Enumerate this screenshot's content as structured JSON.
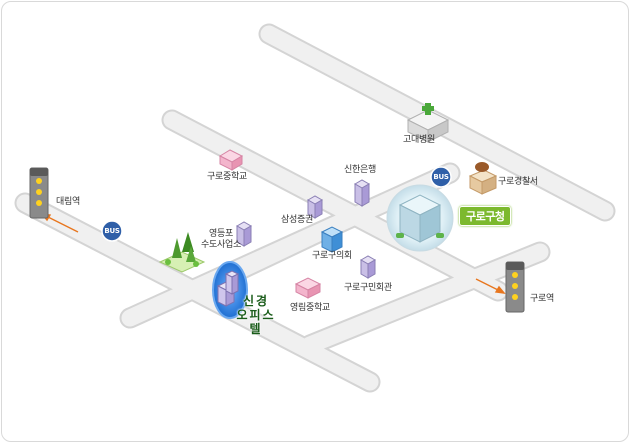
{
  "map": {
    "destination": {
      "line1": "신경",
      "line2": "오피스텔"
    },
    "district_office": "구로구청",
    "stations": [
      {
        "id": "daerim",
        "label": "대림역"
      },
      {
        "id": "guro",
        "label": "구로역"
      }
    ],
    "bus_stops": [
      {
        "id": "bus-left",
        "label": "BUS"
      },
      {
        "id": "bus-right",
        "label": "BUS"
      }
    ],
    "landmarks": [
      {
        "id": "korea-univ-hospital",
        "label": "고대병원"
      },
      {
        "id": "guro-police",
        "label": "구로경찰서"
      },
      {
        "id": "shinhan-bank",
        "label": "신한은행"
      },
      {
        "id": "samsung-securities",
        "label": "삼성증권"
      },
      {
        "id": "guro-middle-school",
        "label": "구로중학교"
      },
      {
        "id": "yeongdeungpo-waterworks",
        "line1": "영등포",
        "line2": "수도사업소"
      },
      {
        "id": "guro-council",
        "label": "구로구의회"
      },
      {
        "id": "guro-civic-hall",
        "label": "구로구민회관"
      },
      {
        "id": "yeongrim-middle-school",
        "label": "영림중학교"
      }
    ],
    "colors": {
      "road": "#eeeeee",
      "road_edge": "#d6d6d6",
      "badge": "#7cb92e",
      "destination_highlight": "#2e7bd6",
      "direction_arrow": "#e8761e"
    }
  }
}
